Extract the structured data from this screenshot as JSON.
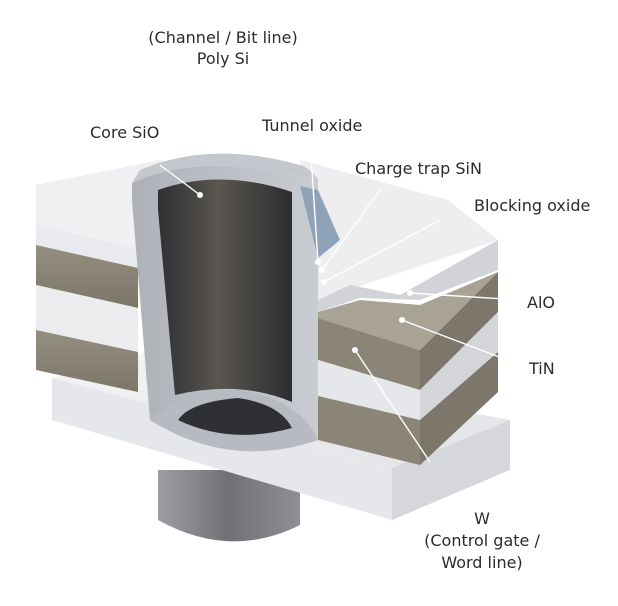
{
  "diagram": {
    "title": "",
    "labels": {
      "channel_line1": "(Channel / Bit line)",
      "channel_line2": "Poly Si",
      "core": "Core SiO",
      "tunnel": "Tunnel oxide",
      "charge_trap": "Charge trap SiN",
      "blocking": "Blocking oxide",
      "alo": "AlO",
      "tin": "TiN",
      "w_line1": "W",
      "w_line2": "(Control gate /",
      "w_line3": "Word line)"
    },
    "colors": {
      "white_layer": "#ececee",
      "white_layer_side": "#d9dadd",
      "gate_layer": "#8b8678",
      "gate_layer_top": "#a7a293",
      "poly_si": "#b8bcc2",
      "core_dark": "#3e3e40",
      "leader_line": "#ffffff"
    }
  }
}
